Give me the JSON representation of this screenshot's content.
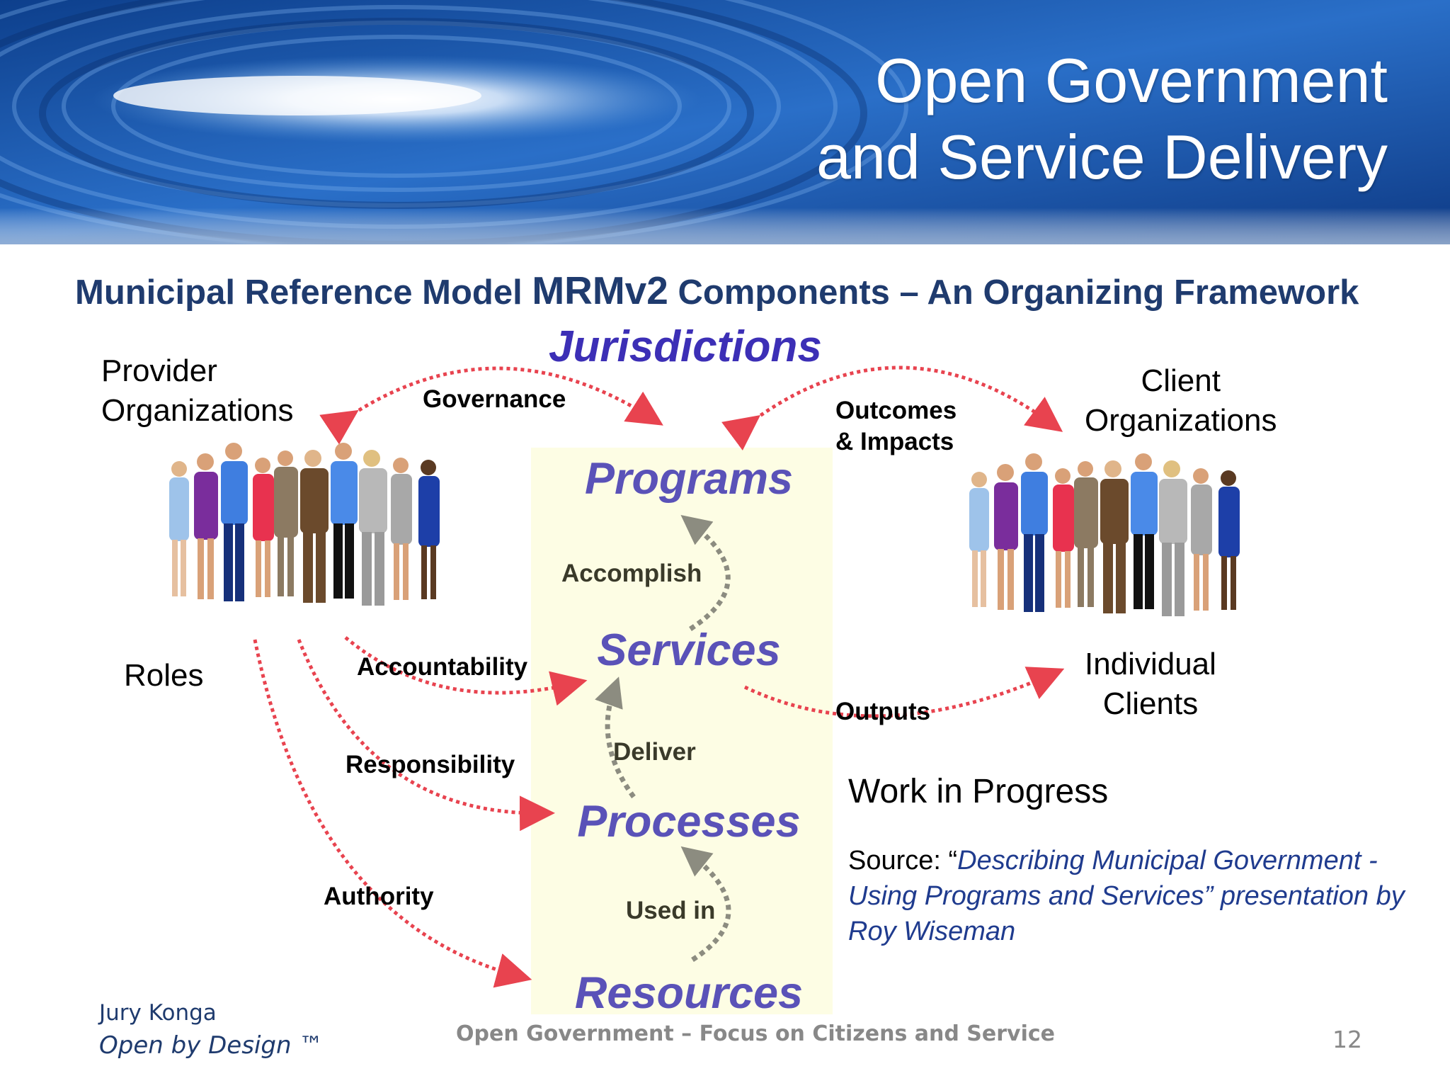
{
  "slide": {
    "title_line1": "Open Government",
    "title_line2": "and Service Delivery",
    "subtitle_part1": "Municipal Reference Model ",
    "subtitle_part2": "MRMv2",
    "subtitle_part3": " Components – An Organizing Framework"
  },
  "diagram": {
    "jurisdictions": "Jurisdictions",
    "provider_line1": "Provider",
    "provider_line2": "Organizations",
    "client_line1": "Client",
    "client_line2": "Organizations",
    "individual_line1": "Individual",
    "individual_line2": "Clients",
    "roles": "Roles",
    "governance": "Governance",
    "outcomes_line1": "Outcomes",
    "outcomes_line2": "& Impacts",
    "accountability": "Accountability",
    "responsibility": "Responsibility",
    "authority": "Authority",
    "outputs": "Outputs",
    "stages": [
      "Programs",
      "Services",
      "Processes",
      "Resources"
    ],
    "accomplish": "Accomplish",
    "deliver": "Deliver",
    "used_in": "Used in"
  },
  "note": {
    "wip": "Work in Progress",
    "source_prefix": "Source: “",
    "source_title": "Describing Municipal Government - Using Programs and Services”",
    "source_suffix": " presentation by Roy Wiseman"
  },
  "footer": {
    "author": "Jury Konga",
    "brand": "Open by Design ™",
    "center": "Open Government – Focus on Citizens and Service",
    "page": "12"
  },
  "colors": {
    "title_text": "#ffffff",
    "subtitle": "#1f3b6e",
    "jurisdictions": "#3c2fb6",
    "stage_text": "#5a52b8",
    "arrow_red": "#e8434f",
    "arrow_grey": "#8c8c80",
    "panel": "#fdfde4",
    "banner_blue": "#1a4fa0"
  }
}
